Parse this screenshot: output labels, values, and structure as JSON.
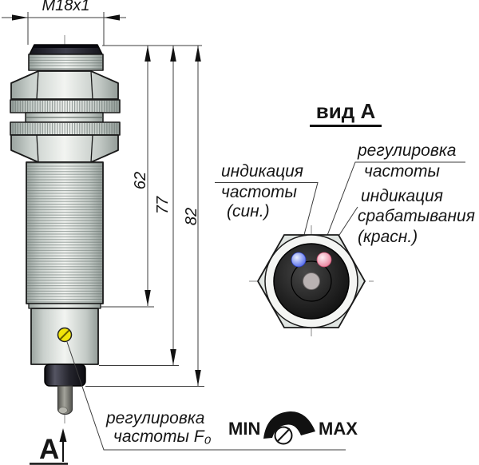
{
  "title_labels": {
    "thread": "M18x1",
    "view_title": "вид А",
    "view_arrow": "A"
  },
  "dimensions": {
    "length_62": "62",
    "length_77": "77",
    "length_82": "82"
  },
  "annotations": {
    "freq_indication": {
      "line1": "индикация",
      "line2": "частоты",
      "line3": "(син.)"
    },
    "freq_adjust": {
      "line1": "регулировка",
      "line2": "частоты"
    },
    "trigger_indication": {
      "line1": "индикация",
      "line2": "срабатывания",
      "line3": "(красн.)"
    },
    "freq_adjust_bottom": {
      "line1": "регулировка",
      "line2": "частоты F₀"
    },
    "dial": {
      "min": "MIN",
      "max": "MAX"
    }
  },
  "colors": {
    "led_frequency_blue": "#3c55e6",
    "led_trigger_red": "#e5708e",
    "adjust_screw_yellow": "#f2e40a",
    "outline_dark": "#1a1a1a"
  }
}
